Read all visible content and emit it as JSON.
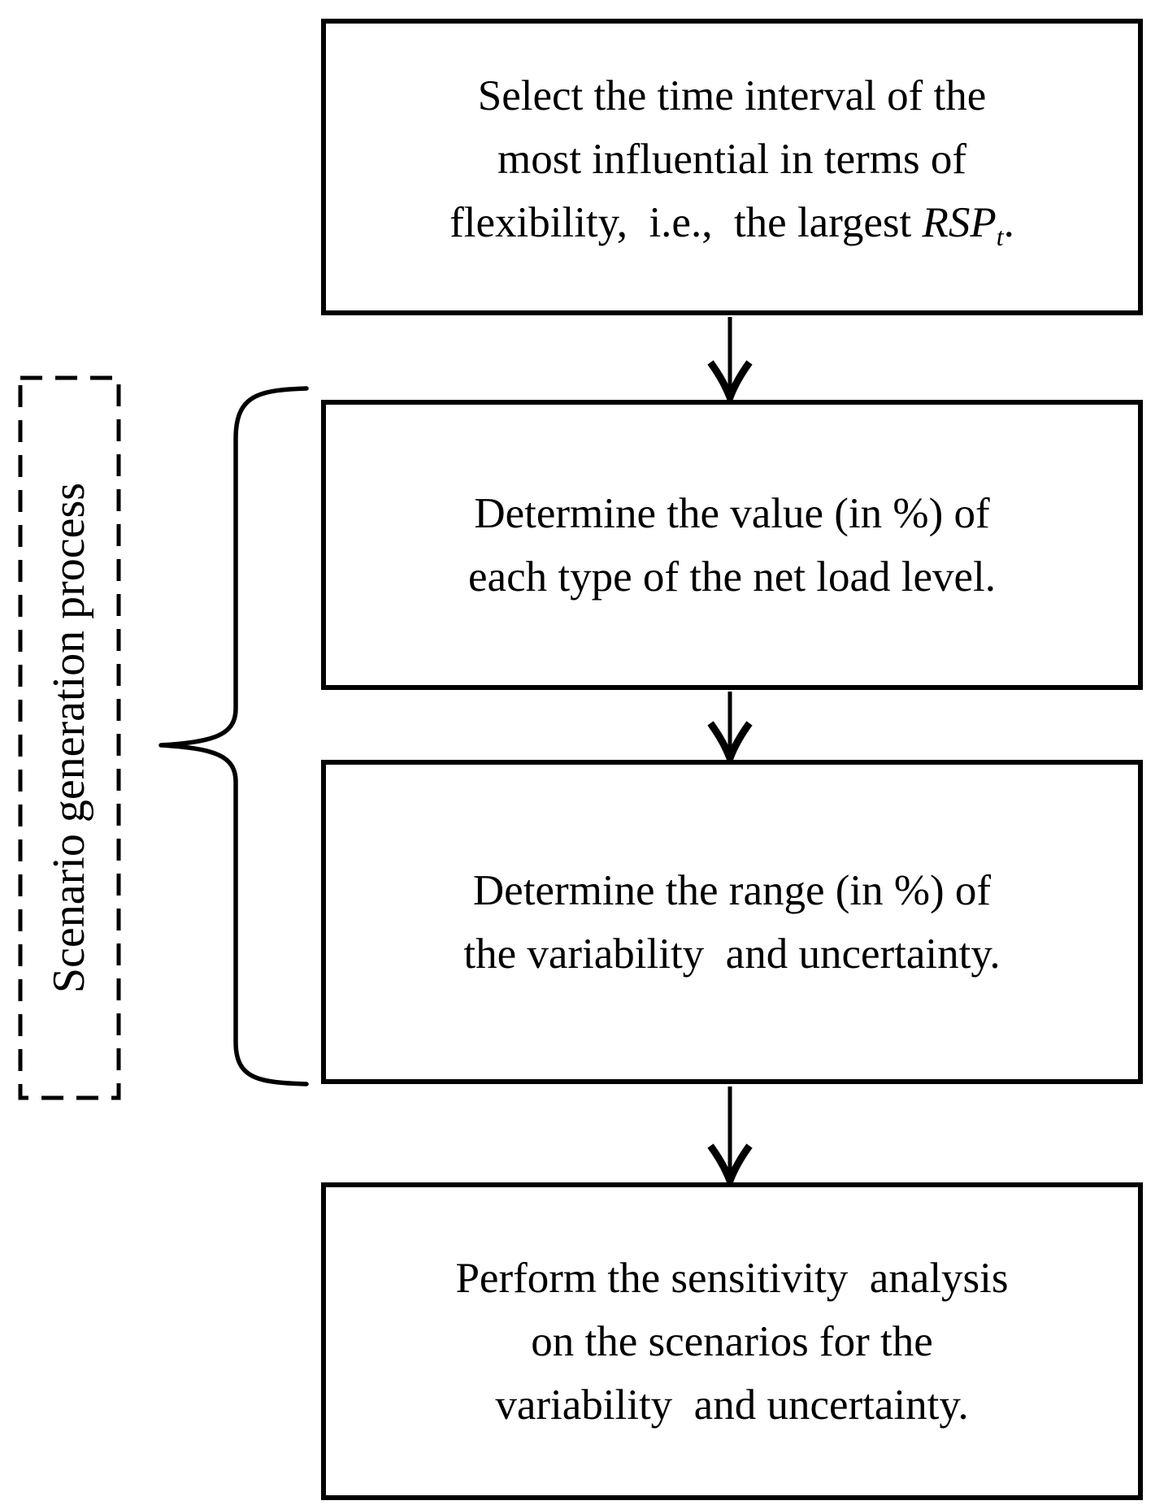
{
  "diagram": {
    "side_label": "Scenario generation process",
    "boxes": [
      {
        "name": "select-time-interval",
        "lines": [
          [
            {
              "t": "Select the time interval of the"
            }
          ],
          [
            {
              "t": "most influential in terms of"
            }
          ],
          [
            {
              "t": "flexibility,  i.e.,  the largest "
            },
            {
              "t": "RSP",
              "style": "math"
            },
            {
              "t": "t",
              "style": "sub"
            },
            {
              "t": "."
            }
          ]
        ]
      },
      {
        "name": "determine-net-load-value",
        "lines": [
          [
            {
              "t": "Determine the value (in %) of"
            }
          ],
          [
            {
              "t": "each type of the net load level."
            }
          ]
        ]
      },
      {
        "name": "determine-variability-range",
        "lines": [
          [
            {
              "t": "Determine the range (in %) of"
            }
          ],
          [
            {
              "t": "the variability  and uncertainty."
            }
          ]
        ]
      },
      {
        "name": "perform-sensitivity-analysis",
        "lines": [
          [
            {
              "t": "Perform the sensitivity  analysis"
            }
          ],
          [
            {
              "t": "on the scenarios for the"
            }
          ],
          [
            {
              "t": "variability  and uncertainty."
            }
          ]
        ]
      }
    ],
    "icons": {
      "connector": "down-arrow",
      "group_marker": "left-curly-brace",
      "group_frame": "dashed-rectangle"
    },
    "colors": {
      "line": "#000000",
      "text": "#000000",
      "background": "#ffffff"
    }
  }
}
